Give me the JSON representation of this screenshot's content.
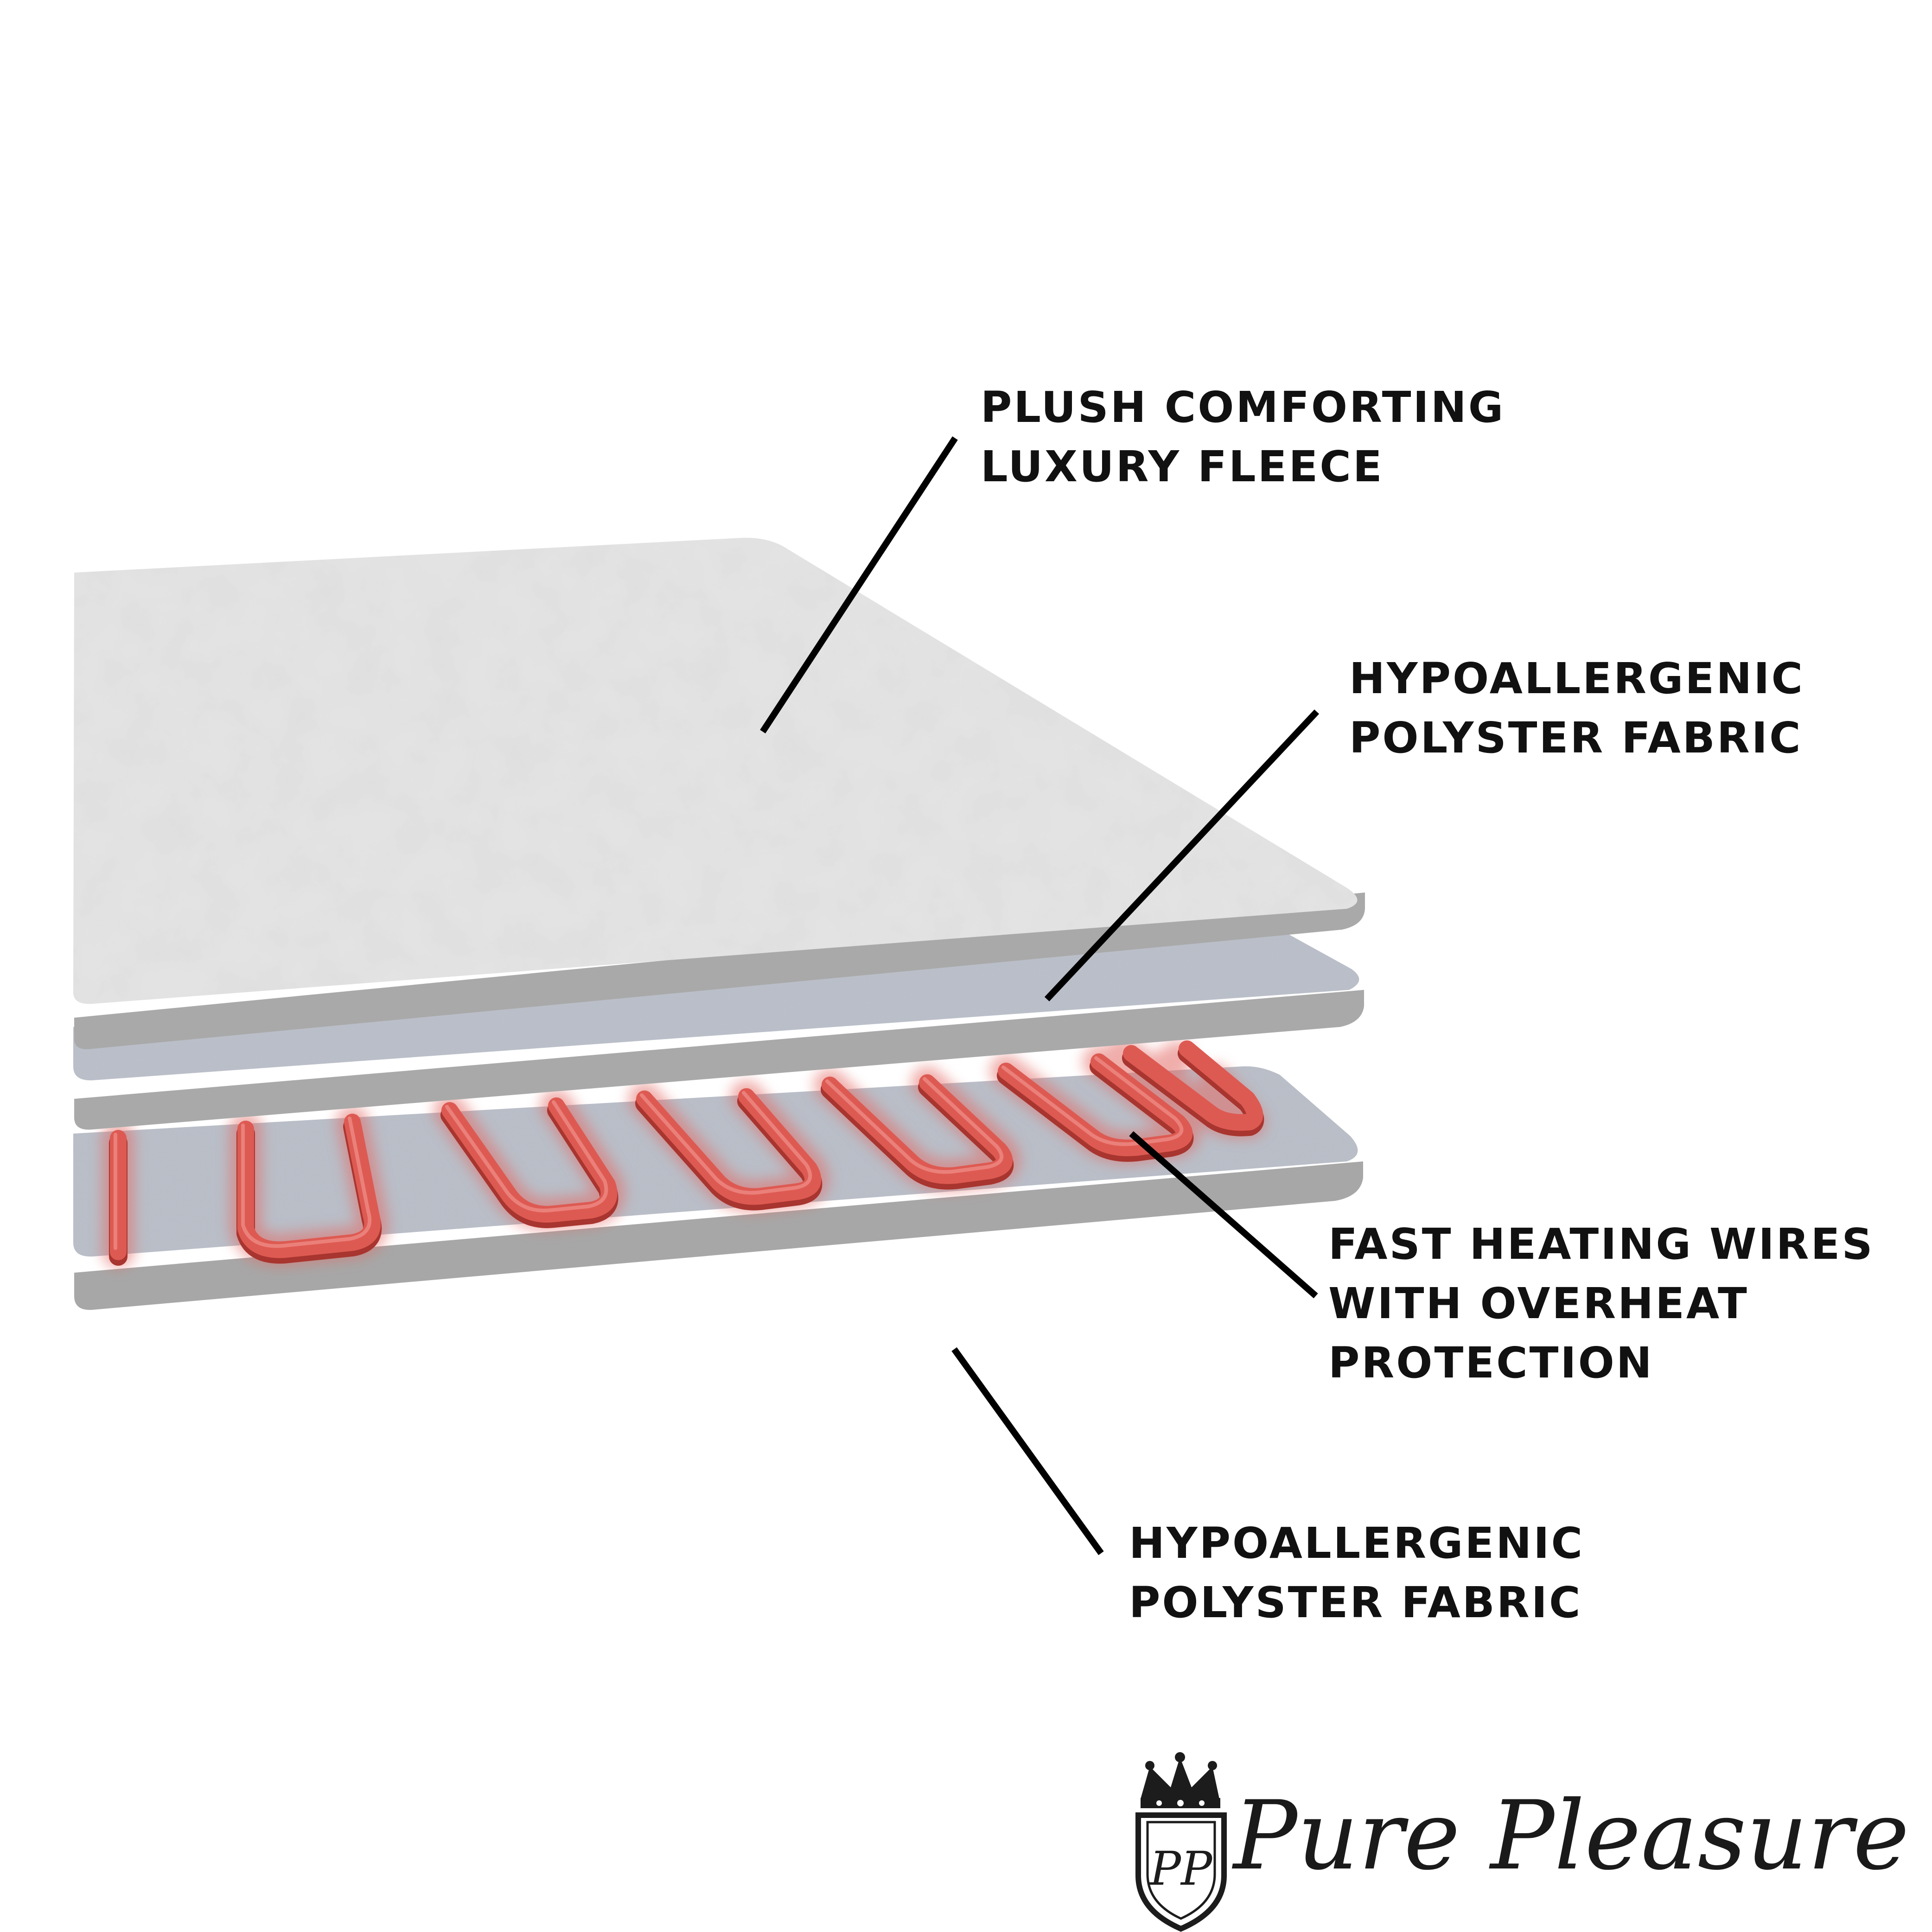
{
  "colors": {
    "background": "#ffffff",
    "fleece": "#e4e4e4",
    "fabric": "#b6bcc6",
    "layer_edge": "#a9a9a9",
    "wire": "#d9564f",
    "leader_line": "#000000",
    "text": "#111111"
  },
  "layers": [
    {
      "id": "top",
      "material": "fleece"
    },
    {
      "id": "middle",
      "material": "fabric"
    },
    {
      "id": "bottom",
      "material": "fabric",
      "has_heating_wires": true
    }
  ],
  "callouts": [
    {
      "id": "fleece",
      "lines": [
        "PLUSH COMFORTING",
        "LUXURY FLEECE"
      ]
    },
    {
      "id": "upper-fabric",
      "lines": [
        "HYPOALLERGENIC",
        "POLYSTER FABRIC"
      ]
    },
    {
      "id": "wires",
      "lines": [
        "FAST HEATING WIRES",
        "WITH OVERHEAT",
        "PROTECTION"
      ]
    },
    {
      "id": "lower-fabric",
      "lines": [
        "HYPOALLERGENIC",
        "POLYSTER FABRIC"
      ]
    }
  ],
  "brand": {
    "name": "Pure Pleasure",
    "crest_monogram": "PP",
    "icon": "crown-crest-icon"
  }
}
